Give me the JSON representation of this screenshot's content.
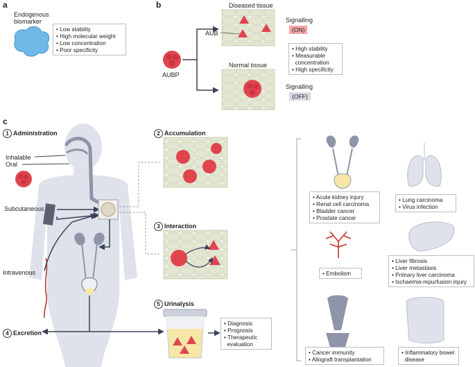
{
  "panel_a": {
    "label": "a",
    "title_line1": "Endogenous",
    "title_line2": "biomarker",
    "items": [
      "Low stability",
      "High molecular weight",
      "Low concentration",
      "Poor specificity"
    ]
  },
  "panel_b": {
    "label": "b",
    "diseased_label": "Diseased tissue",
    "normal_label": "Normal tissue",
    "aub_label": "AUB",
    "aubp_label": "AUBP",
    "signalling_label": "Signalling",
    "on_label": "(ON)",
    "off_label": "(OFF)",
    "items": [
      "High stability",
      "Measurable",
      "concentration",
      "High specificity"
    ],
    "colors": {
      "on_bg": "#f4a6a6",
      "off_bg": "#d9dbe6"
    }
  },
  "panel_c": {
    "label": "c",
    "steps": {
      "s1": {
        "num": "1",
        "label": "Administration"
      },
      "s2": {
        "num": "2",
        "label": "Accumulation"
      },
      "s3": {
        "num": "3",
        "label": "Interaction"
      },
      "s4": {
        "num": "4",
        "label": "Excretion"
      },
      "s5": {
        "num": "5",
        "label": "Urinalysis"
      }
    },
    "routes": {
      "inhalable": "Inhalable",
      "oral": "Oral",
      "subcutaneous": "Subcutaneous",
      "intravenous": "Intravenous"
    },
    "urinalysis_items": [
      "Diagnosis",
      "Prognosis",
      "Therapeutic",
      "evaluation"
    ],
    "diseases": {
      "kidney": [
        "Acute kidney injury",
        "Renal cell carcinoma",
        "Bladder cancer",
        "Prostate cancer"
      ],
      "lung": [
        "Lung carcinoma",
        "Virus infection"
      ],
      "embolism": [
        "Embolism"
      ],
      "liver": [
        "Liver fibrosis",
        "Liver metastasis",
        "Primary liver carcinoma",
        "Ischaemia-repurfusion injury"
      ],
      "immune": [
        "Cancer immunity",
        "Allograft transplantation"
      ],
      "bowel": [
        "Inflammatory bowel",
        "disease"
      ]
    }
  },
  "colors": {
    "nanoparticle": "#e0454f",
    "body": "#dfe2ea",
    "organ": "#8e95a8",
    "urine": "#f6e7a8",
    "tissue": "#e7ead8"
  }
}
